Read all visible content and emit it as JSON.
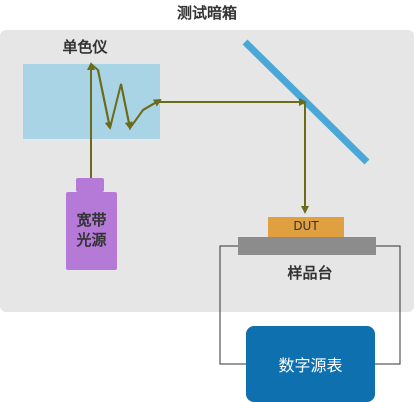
{
  "title": "测试暗箱",
  "monochromator": {
    "label": "单色仪"
  },
  "light_source": {
    "label_line1": "宽带",
    "label_line2": "光源"
  },
  "dut": {
    "label": "DUT"
  },
  "stage": {
    "label": "样品台"
  },
  "meter": {
    "label": "数字源表"
  },
  "colors": {
    "enclosure": "#e6e6e6",
    "monochromator": "#a8d4e6",
    "light_source": "#b57ad8",
    "dut": "#e0a040",
    "stage": "#8c8c8c",
    "meter": "#0f70b0",
    "beam": "#6b6b1a",
    "mirror": "#4aa8d8"
  }
}
